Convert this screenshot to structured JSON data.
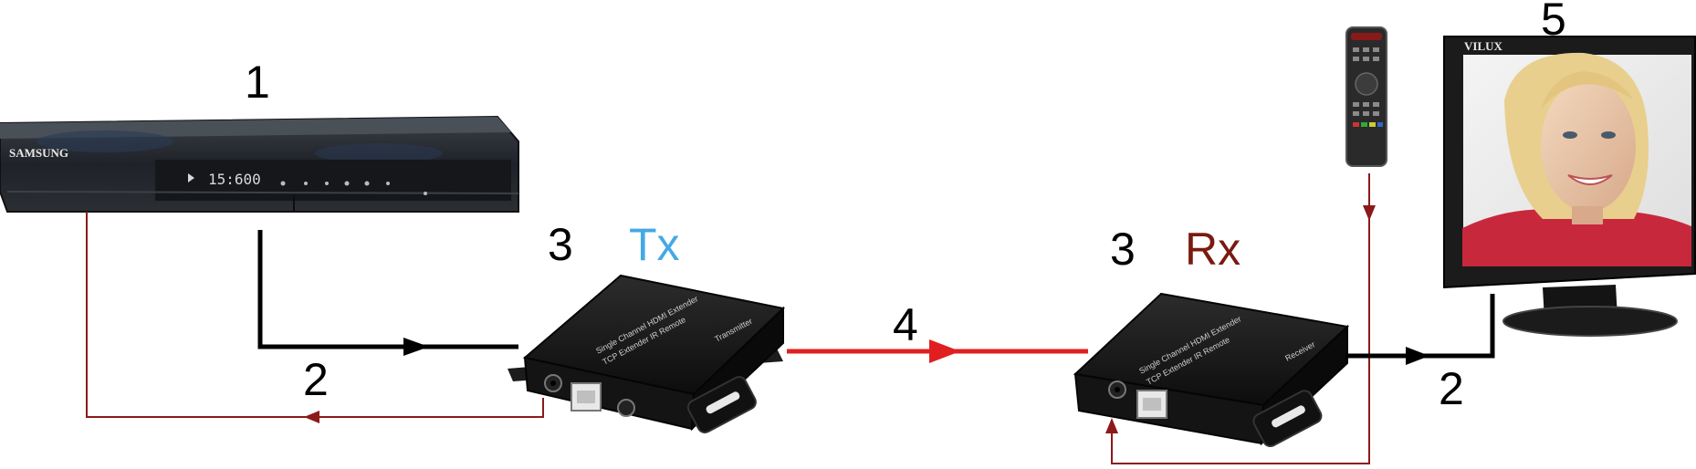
{
  "labels": {
    "player_number": "1",
    "hdmi_cable_left_number": "2",
    "transmitter_number": "3",
    "transmitter_tag": "Tx",
    "receiver_number": "3",
    "receiver_tag": "Rx",
    "network_cable_number": "4",
    "hdmi_cable_right_number": "2",
    "monitor_number": "5"
  },
  "devices": {
    "player_brand": "SAMSUNG",
    "player_display": "15:600",
    "monitor_brand": "VILUX"
  },
  "colors": {
    "hdmi_line": "#000000",
    "ir_line": "#8b1a1a",
    "network_line": "#e02020",
    "tx_label": "#45a8e6",
    "rx_label": "#7a1a10"
  }
}
